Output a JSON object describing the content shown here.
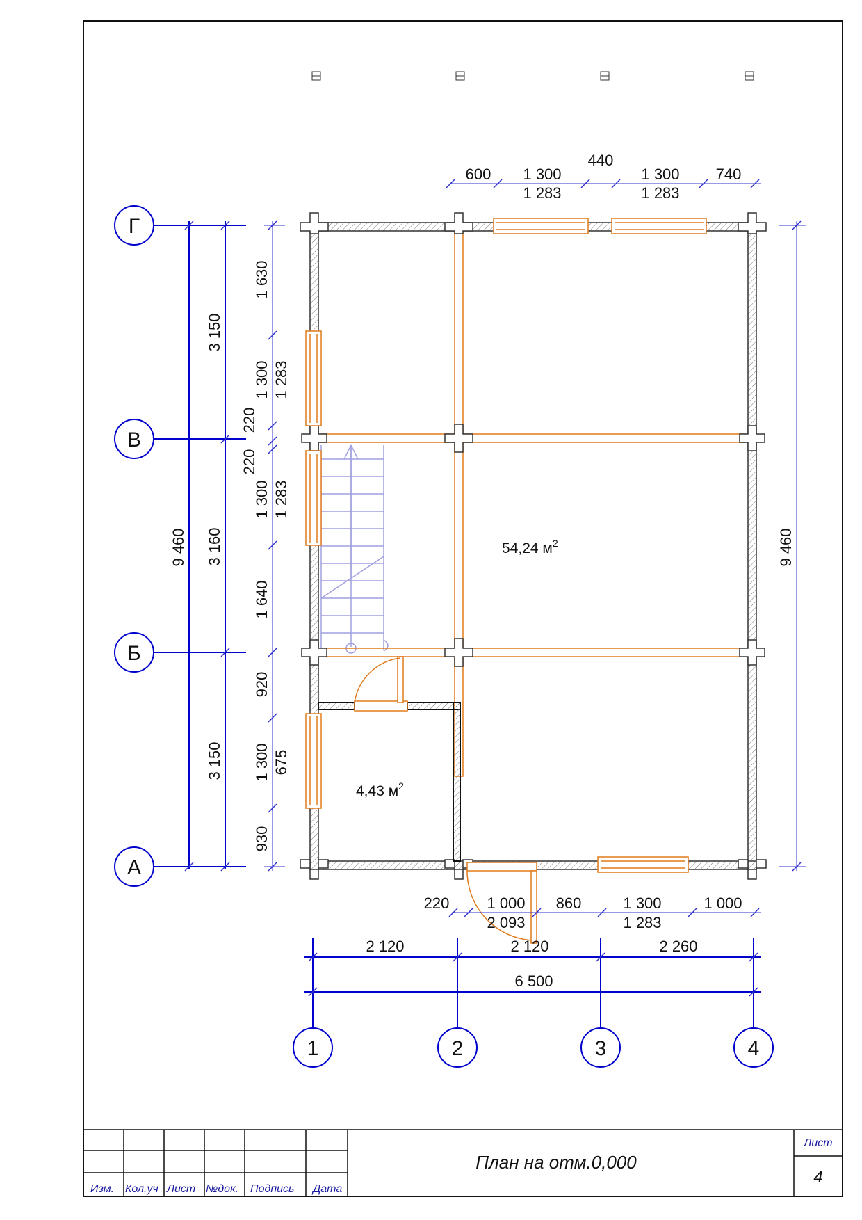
{
  "axes": {
    "vertical": [
      {
        "label": "1"
      },
      {
        "label": "2"
      },
      {
        "label": "3"
      },
      {
        "label": "4"
      }
    ],
    "horizontal": [
      {
        "label": "Г"
      },
      {
        "label": "В"
      },
      {
        "label": "Б"
      },
      {
        "label": "А"
      }
    ]
  },
  "dims_top": {
    "d1": "600",
    "d2a": "1 300",
    "d2b": "1 283",
    "d3": "440",
    "d4a": "1 300",
    "d4b": "1 283",
    "d5": "740"
  },
  "dims_bottom_openings": {
    "d1": "220",
    "d2a": "1 000",
    "d2b": "2 093",
    "d3": "860",
    "d4a": "1 300",
    "d4b": "1 283",
    "d5": "1 000"
  },
  "dims_bottom_axes": {
    "s1": "2 120",
    "s2": "2 120",
    "s3": "2 260",
    "total": "6 500"
  },
  "dims_left_outer": {
    "total": "9 460",
    "s1": "3 150",
    "s2": "3 160",
    "s3": "3 150"
  },
  "dims_left_openings": {
    "o1": "1 630",
    "o2a": "1 300",
    "o2b": "1 283",
    "o3": "220",
    "o4": "220",
    "o5a": "1 300",
    "o5b": "1 283",
    "o6": "1 640",
    "o7": "920",
    "o8a": "1 300",
    "o8b": "675",
    "o9": "930"
  },
  "dims_right": {
    "total": "9 460"
  },
  "rooms": {
    "big": {
      "area": "54,24 м",
      "sup": "2"
    },
    "small": {
      "area": "4,43 м",
      "sup": "2"
    }
  },
  "stamp": {
    "col_izm": "Изм.",
    "col_kol": "Кол.уч",
    "col_list": "Лист",
    "col_ndok": "№док.",
    "col_podpis": "Подпись",
    "col_data": "Дата",
    "title": "План на отм.0,000",
    "sheet_label": "Лист",
    "sheet_number": "4"
  },
  "colors": {
    "axis": "#0000cc",
    "window": "#e07a1a",
    "wall": "#333333",
    "stair": "#a0a0e0"
  }
}
